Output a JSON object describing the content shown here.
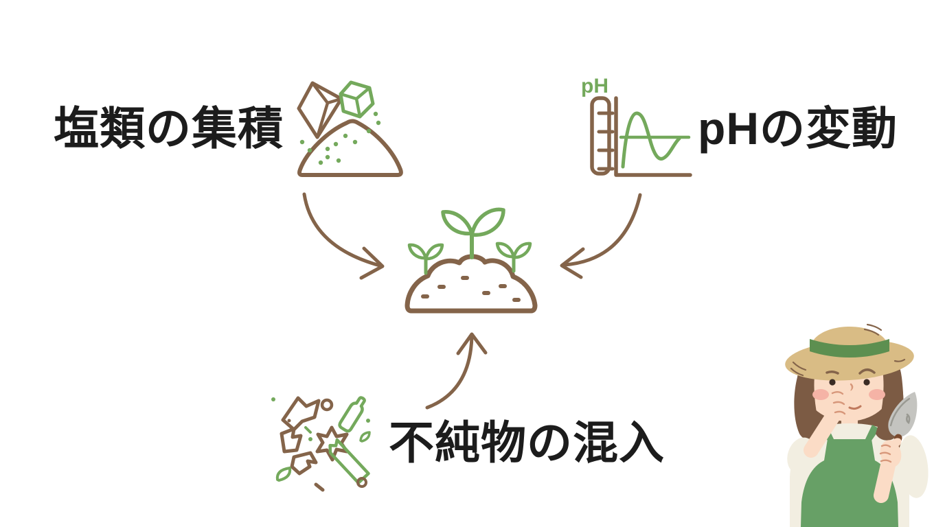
{
  "labels": {
    "salt": "塩類の集積",
    "ph": "pHの変動",
    "impurities": "不純物の混入",
    "ph_axis": "pH"
  },
  "icons": {
    "salt": "salt-pile-with-crystals-icon",
    "ph": "ph-fluctuation-graph-icon",
    "soil": "soil-with-sprouts-icon",
    "impurities": "scattered-debris-icon",
    "character": "gardener-woman-pinching-nose-holding-trowel"
  },
  "colors": {
    "bg": "#ffffff",
    "text": "#1c1c1c",
    "brown": "#84644a",
    "green": "#74a95c",
    "hat": "#d9bc85",
    "hat_band": "#5d8f50",
    "hat_line": "#c3a269",
    "hair": "#7c5b44",
    "skin": "#fbdcc6",
    "skin_line": "#d7977a",
    "blush": "#f5b3a6",
    "shirt": "#f2eee1",
    "apron": "#67a066",
    "blade": "#c4c4c0",
    "blade_edge": "#999992",
    "handle": "#7a4a2e",
    "handle_end": "#5f3a22",
    "eye": "#3a2b24",
    "mouth": "#c07a5e"
  }
}
